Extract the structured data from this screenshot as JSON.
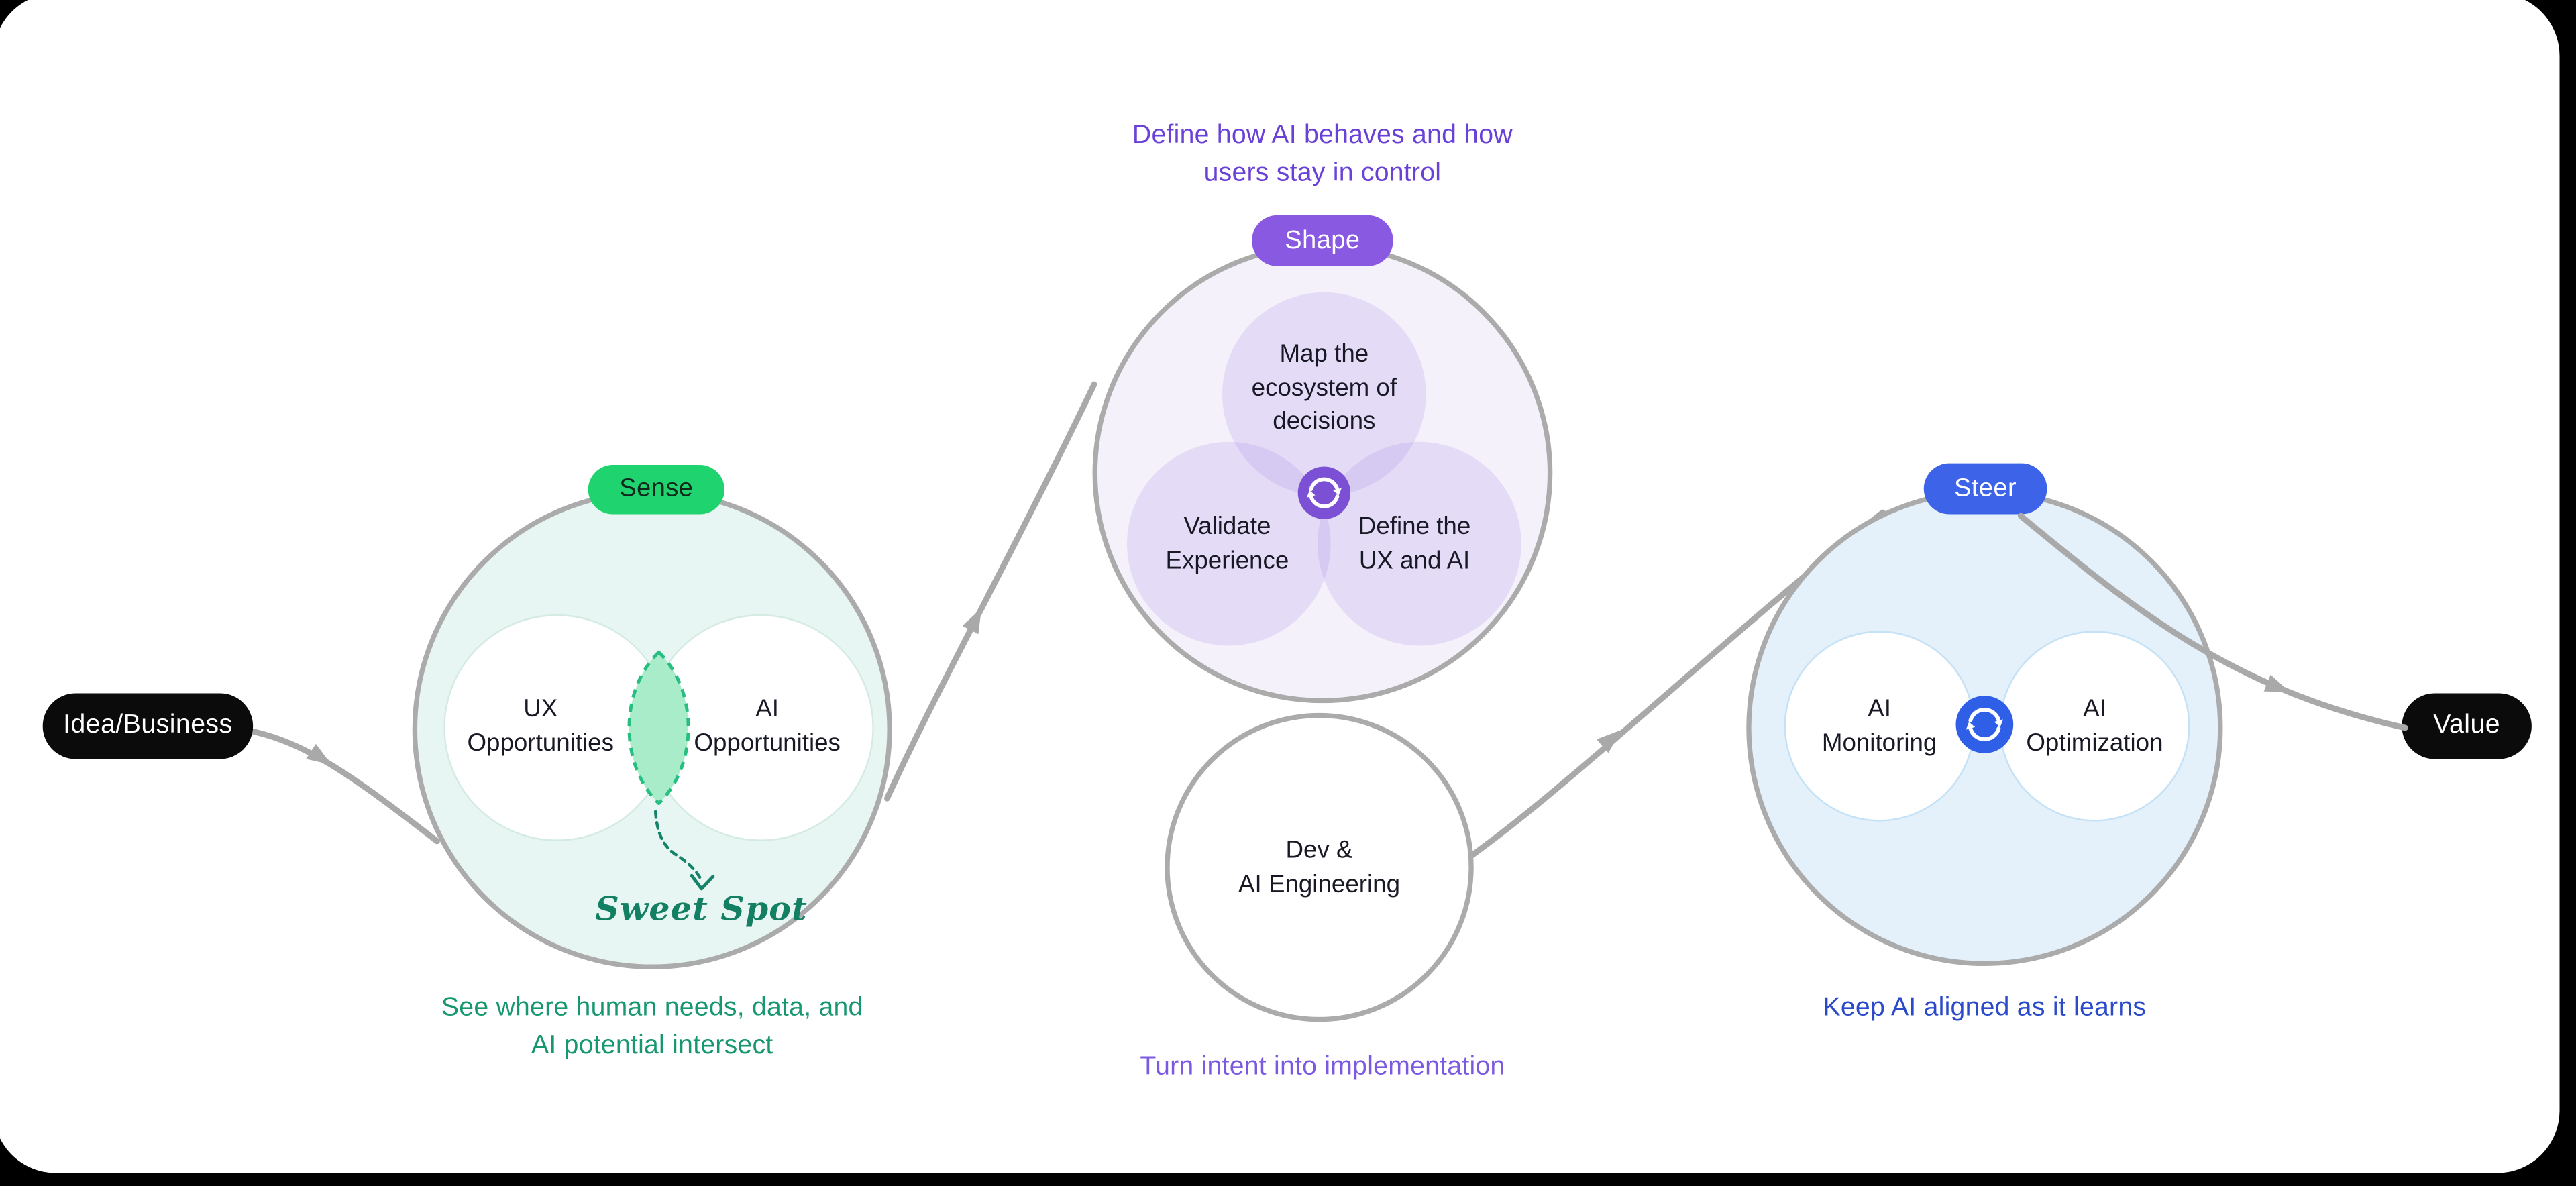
{
  "colors": {
    "background": "#000000",
    "card": "#ffffff",
    "connector_gray": "#a9a9a9",
    "circle_border_gray": "#ababab",
    "label_dark": "#191926",
    "pill_black": "#0b0b0b",
    "sense_badge_green": "#1fd36f",
    "sense_circle_fill": "#e7f6f2",
    "sense_caption_green": "#17976f",
    "lens_fill": "#a8ecc9",
    "lens_border": "#27be82",
    "sweet_spot_ink": "#137f63",
    "shape_badge_purple": "#8a59e2",
    "shape_circle_fill": "#f4f1fb",
    "shape_petal_purple": "rgba(123,82,214,0.13)",
    "shape_icon_purple": "#7b50d4",
    "shape_caption_top_purple": "#6a41d7",
    "shape_caption_bottom_purple": "#7b59e0",
    "steer_badge_blue": "#3d63e9",
    "steer_circle_fill": "#e4f1fb",
    "steer_icon_blue": "#2e5fe6",
    "steer_caption_blue": "#2b4aca"
  },
  "start_pill": {
    "label": "Idea/Business"
  },
  "end_pill": {
    "label": "Value"
  },
  "sense": {
    "badge_label": "Sense",
    "left_circle": {
      "line1": "UX",
      "line2": "Opportunities"
    },
    "right_circle": {
      "line1": "AI",
      "line2": "Opportunities"
    },
    "annotation": "Sweet Spot",
    "caption": {
      "line1": "See where human needs, data, and",
      "line2": "AI potential intersect"
    }
  },
  "shape": {
    "badge_label": "Shape",
    "caption_top": {
      "line1": "Define how AI behaves and how",
      "line2": "users stay in control"
    },
    "petal_top": {
      "line1": "Map the",
      "line2": "ecosystem of",
      "line3": "decisions"
    },
    "petal_left": {
      "line1": "Validate",
      "line2": "Experience"
    },
    "petal_right": {
      "line1": "Define the",
      "line2": "UX and AI"
    },
    "center_icon": "cycle-icon",
    "caption_bottom": "Turn intent into implementation"
  },
  "dev": {
    "label": {
      "line1": "Dev &",
      "line2": "AI Engineering"
    },
    "caption_owner": "shape"
  },
  "steer": {
    "badge_label": "Steer",
    "left_circle": {
      "line1": "AI",
      "line2": "Monitoring"
    },
    "right_circle": {
      "line1": "AI",
      "line2": "Optimization"
    },
    "center_icon": "cycle-icon",
    "caption": "Keep AI aligned as it learns"
  }
}
